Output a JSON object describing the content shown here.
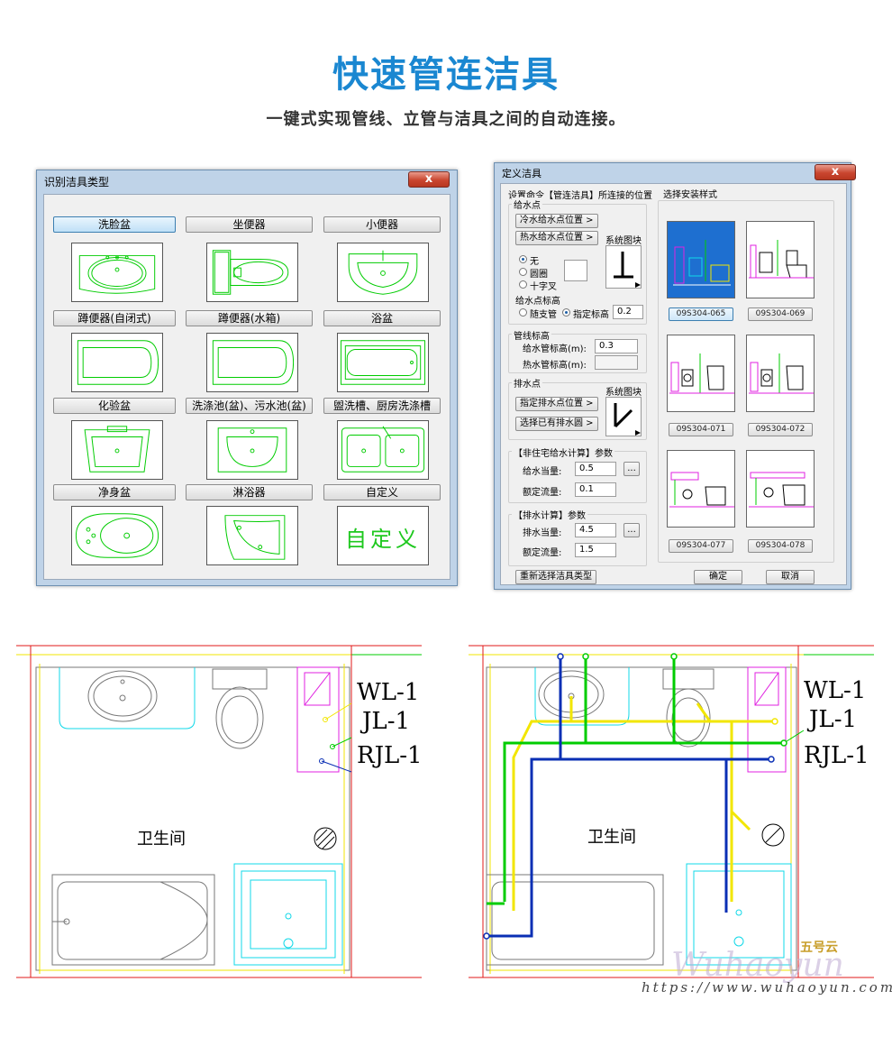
{
  "header": {
    "title": "快速管连洁具",
    "subtitle": "一键式实现管线、立管与洁具之间的自动连接。"
  },
  "dialog_fixture_type": {
    "title": "识别洁具类型",
    "close": "x",
    "items": [
      {
        "label": "洗脸盆",
        "icon": "washbasin-icon",
        "selected": true
      },
      {
        "label": "坐便器",
        "icon": "toilet-icon"
      },
      {
        "label": "小便器",
        "icon": "urinal-icon"
      },
      {
        "label": "蹲便器(自闭式)",
        "icon": "squat-toilet-icon"
      },
      {
        "label": "蹲便器(水箱)",
        "icon": "squat-toilet-tank-icon"
      },
      {
        "label": "浴盆",
        "icon": "bathtub-icon"
      },
      {
        "label": "化验盆",
        "icon": "lab-sink-icon"
      },
      {
        "label": "洗涤池(盆)、污水池(盆)",
        "icon": "wash-sink-icon"
      },
      {
        "label": "盥洗槽、厨房洗涤槽",
        "icon": "kitchen-sink-icon"
      },
      {
        "label": "净身盆",
        "icon": "bidet-icon"
      },
      {
        "label": "淋浴器",
        "icon": "shower-icon"
      },
      {
        "label": "自定义",
        "icon": "custom-icon",
        "thumb_text": "自定义"
      }
    ]
  },
  "dialog_define": {
    "title": "定义洁具",
    "close": "x",
    "instruction": "设置命令【管连洁具】所连接的位置",
    "water_supply": {
      "title": "给水点",
      "cold_btn": "冷水给水点位置 >",
      "hot_btn": "热水给水点位置 >",
      "sys_block": "系统图块",
      "options": [
        "无",
        "圆圈",
        "十字叉"
      ],
      "selected_option": "无",
      "elev_title": "给水点标高",
      "elev_options": [
        "随支管",
        "指定标高"
      ],
      "elev_selected": "指定标高",
      "elev_value": "0.2"
    },
    "pipe_elev": {
      "title": "管线标高",
      "supply_label": "给水管标高(m):",
      "supply_value": "0.3",
      "hot_label": "热水管标高(m):",
      "hot_value": ""
    },
    "drain": {
      "title": "排水点",
      "set_btn": "指定排水点位置 >",
      "pick_btn": "选择已有排水圆 >",
      "sys_block": "系统图块"
    },
    "nonres_supply": {
      "title": "【非住宅给水计算】参数",
      "equiv_label": "给水当量:",
      "equiv_value": "0.5",
      "flow_label": "额定流量:",
      "flow_value": "0.1",
      "more": "..."
    },
    "drain_calc": {
      "title": "【排水计算】参数",
      "equiv_label": "排水当量:",
      "equiv_value": "4.5",
      "flow_label": "额定流量:",
      "flow_value": "1.5",
      "more": "..."
    },
    "styles": {
      "title": "选择安装样式",
      "items": [
        "09S304-065",
        "09S304-069",
        "09S304-071",
        "09S304-072",
        "09S304-077",
        "09S304-078"
      ],
      "selected": "09S304-065"
    },
    "reselect_btn": "重新选择洁具类型",
    "ok_btn": "确定",
    "cancel_btn": "取消"
  },
  "plans": {
    "room_label": "卫生间",
    "pipe_labels": [
      "WL-1",
      "JL-1",
      "RJL-1"
    ]
  },
  "watermark": {
    "brand": "五号云",
    "script": "Wuhaoyun",
    "url": "https://www.wuhaoyun.com"
  },
  "colors": {
    "title_blue": "#1a87d1",
    "cad_green": "#00c800",
    "cad_yellow": "#f2e600",
    "cad_blue": "#0a2fb4",
    "cad_cyan": "#10d8e8",
    "cad_magenta": "#e020e0",
    "cad_red": "#e01818"
  }
}
